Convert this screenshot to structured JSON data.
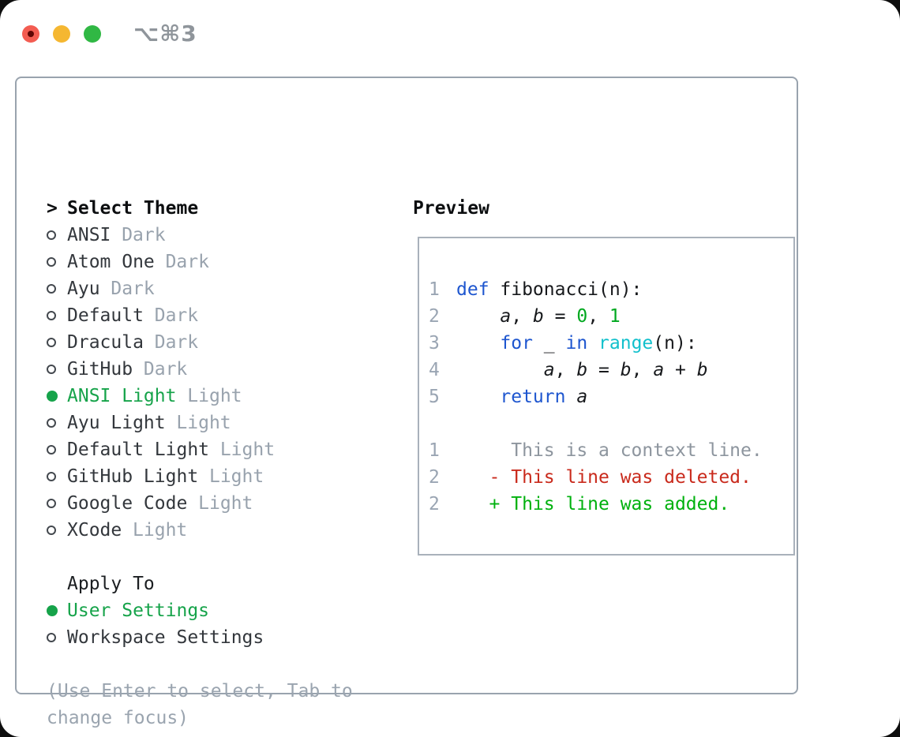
{
  "window": {
    "title_shortcut": "⌥⌘3"
  },
  "traffic_lights": {
    "close_color": "#f35c51",
    "close_inner_dot_color": "#5e0604",
    "minimize_color": "#f5b731",
    "zoom_color": "#30b844"
  },
  "colors": {
    "selection_green": "#16a34a",
    "keyword_blue": "#1e56cf",
    "function_cyan": "#12c0cc",
    "number_green": "#00a81f",
    "diff_deleted_red": "#c92a1c",
    "diff_added_green": "#00b10e",
    "diff_context_gray": "#8d959e",
    "muted_gray": "#98a2ad",
    "frame_border": "#99a3ae"
  },
  "theme_panel": {
    "header_marker": ">",
    "header": "Select Theme",
    "items": [
      {
        "name": "ANSI",
        "variant": "Dark",
        "selected": false
      },
      {
        "name": "Atom One",
        "variant": "Dark",
        "selected": false
      },
      {
        "name": "Ayu",
        "variant": "Dark",
        "selected": false
      },
      {
        "name": "Default",
        "variant": "Dark",
        "selected": false
      },
      {
        "name": "Dracula",
        "variant": "Dark",
        "selected": false
      },
      {
        "name": "GitHub",
        "variant": "Dark",
        "selected": false
      },
      {
        "name": "ANSI Light",
        "variant": "Light",
        "selected": true
      },
      {
        "name": "Ayu Light",
        "variant": "Light",
        "selected": false
      },
      {
        "name": "Default Light",
        "variant": "Light",
        "selected": false
      },
      {
        "name": "GitHub Light",
        "variant": "Light",
        "selected": false
      },
      {
        "name": "Google Code",
        "variant": "Light",
        "selected": false
      },
      {
        "name": "XCode",
        "variant": "Light",
        "selected": false
      }
    ]
  },
  "apply_panel": {
    "header": "Apply To",
    "items": [
      {
        "name": "User Settings",
        "selected": true
      },
      {
        "name": "Workspace Settings",
        "selected": false
      }
    ]
  },
  "help": {
    "line1": "(Use Enter to select, Tab to",
    "line2": "change focus)"
  },
  "preview": {
    "header": "Preview",
    "lines": [
      {
        "num": "1",
        "tokens": [
          {
            "t": "def",
            "c": "k"
          },
          {
            "t": " fibonacci(n):",
            "c": "p"
          }
        ]
      },
      {
        "num": "2",
        "tokens": [
          {
            "t": "    ",
            "c": "p"
          },
          {
            "t": "a",
            "c": "v"
          },
          {
            "t": ", ",
            "c": "p"
          },
          {
            "t": "b",
            "c": "v"
          },
          {
            "t": " = ",
            "c": "p"
          },
          {
            "t": "0",
            "c": "n"
          },
          {
            "t": ", ",
            "c": "p"
          },
          {
            "t": "1",
            "c": "n"
          }
        ]
      },
      {
        "num": "3",
        "tokens": [
          {
            "t": "    ",
            "c": "p"
          },
          {
            "t": "for",
            "c": "k"
          },
          {
            "t": " _ ",
            "c": "p"
          },
          {
            "t": "in",
            "c": "k"
          },
          {
            "t": " ",
            "c": "p"
          },
          {
            "t": "range",
            "c": "f"
          },
          {
            "t": "(n):",
            "c": "p"
          }
        ]
      },
      {
        "num": "4",
        "tokens": [
          {
            "t": "        ",
            "c": "p"
          },
          {
            "t": "a",
            "c": "v"
          },
          {
            "t": ", ",
            "c": "p"
          },
          {
            "t": "b",
            "c": "v"
          },
          {
            "t": " = ",
            "c": "p"
          },
          {
            "t": "b",
            "c": "v"
          },
          {
            "t": ", ",
            "c": "p"
          },
          {
            "t": "a",
            "c": "v"
          },
          {
            "t": " + ",
            "c": "p"
          },
          {
            "t": "b",
            "c": "v"
          }
        ]
      },
      {
        "num": "5",
        "tokens": [
          {
            "t": "    ",
            "c": "p"
          },
          {
            "t": "return",
            "c": "k"
          },
          {
            "t": " ",
            "c": "p"
          },
          {
            "t": "a",
            "c": "v"
          }
        ]
      },
      {
        "num": "",
        "tokens": []
      },
      {
        "num": "1",
        "tokens": [
          {
            "t": "     This is a context line.",
            "c": "ctx"
          }
        ]
      },
      {
        "num": "2",
        "tokens": [
          {
            "t": "   - This line was deleted.",
            "c": "del"
          }
        ]
      },
      {
        "num": "2",
        "tokens": [
          {
            "t": "   + This line was added.",
            "c": "add"
          }
        ]
      }
    ]
  }
}
